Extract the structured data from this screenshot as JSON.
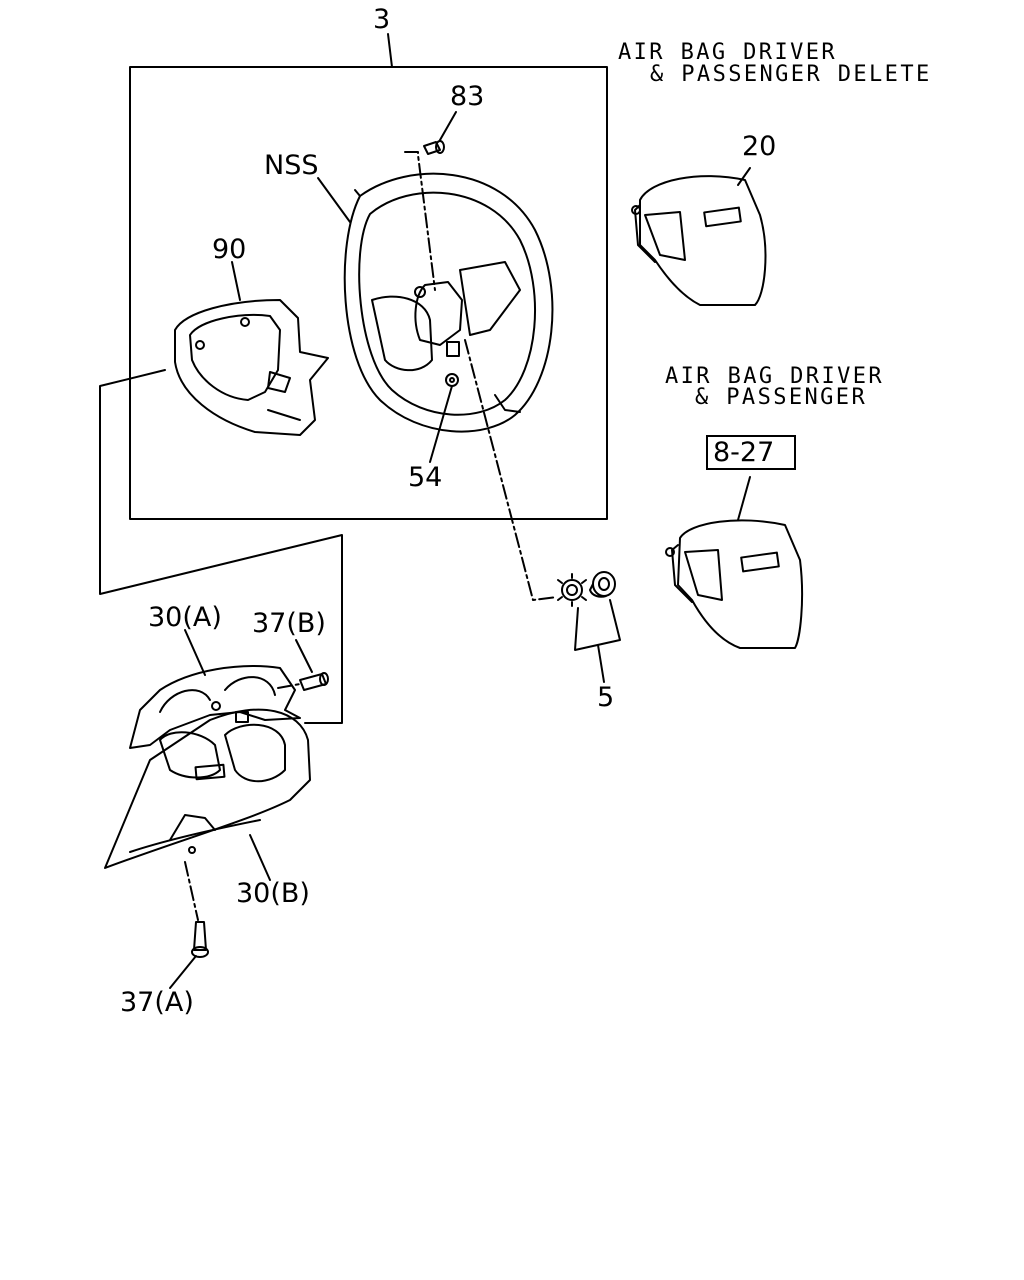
{
  "notes": {
    "delete_line1": "AIR BAG DRIVER",
    "delete_line2": "& PASSENGER DELETE",
    "with_line1": "AIR BAG DRIVER",
    "with_line2": "& PASSENGER"
  },
  "callouts": {
    "steering_wheel_assembly": "3",
    "screw_top": "83",
    "nss": "NSS",
    "cover_plate": "90",
    "nut": "54",
    "horn_pad": "20",
    "ref_airbag_module": "8-27",
    "nut_washer_set": "5",
    "column_cover_upper": "30(A)",
    "screw_b": "37(B)",
    "column_cover_lower": "30(B)",
    "screw_a": "37(A)"
  }
}
